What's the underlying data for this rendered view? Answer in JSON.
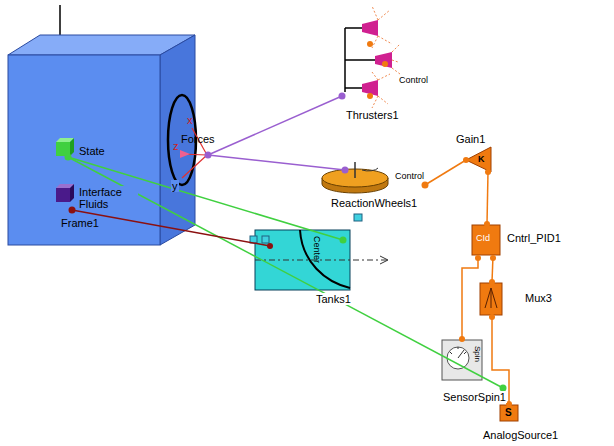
{
  "diagram": {
    "nodes": [
      {
        "text": [
          "State",
          "Interface Fluids",
          "Forces",
          "Frame1"
        ]
      },
      {
        "text": [
          "Control",
          "Thrusters1"
        ]
      },
      {
        "text": [
          "K",
          "Gain1"
        ]
      },
      {
        "text": [
          "Control",
          "ReactionWheels1"
        ]
      },
      {
        "text": [
          "CId",
          "Cntrl_PID1"
        ]
      },
      {
        "text": [
          "Center",
          "Tanks1"
        ]
      },
      {
        "text": [
          "Mux3"
        ]
      },
      {
        "text": [
          "Spin",
          "SensorSpin1"
        ]
      },
      {
        "text": [
          "S",
          "AnalogSource1"
        ]
      }
    ],
    "edges": [
      {
        "from": 0,
        "to": 1,
        "arrow": "none"
      },
      {
        "from": 0,
        "to": 3,
        "arrow": "none"
      },
      {
        "from": 2,
        "to": 3,
        "arrow": "none"
      },
      {
        "from": 4,
        "to": 2,
        "arrow": "none"
      },
      {
        "from": 6,
        "to": 4,
        "arrow": "none"
      },
      {
        "from": 7,
        "to": 4,
        "arrow": "none"
      },
      {
        "from": 8,
        "to": 6,
        "arrow": "none"
      },
      {
        "from": 0,
        "to": 5,
        "arrow": "none"
      },
      {
        "from": 0,
        "to": 7,
        "arrow": "none"
      },
      {
        "from": 0,
        "to": 5,
        "arrow": "none"
      }
    ],
    "labels": [
      "x",
      "z",
      "y"
    ]
  }
}
